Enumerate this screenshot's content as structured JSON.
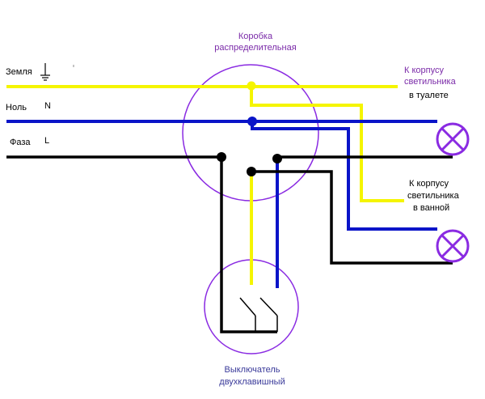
{
  "labels": {
    "box_line1": "Коробка",
    "box_line2": "распределительная",
    "ground": "Земля",
    "neutral": "Ноль",
    "neutral_letter": "N",
    "phase": "Фаза",
    "phase_letter": "L",
    "toilet_line1": "К корпусу",
    "toilet_line2": "светильника",
    "toilet_line3": "в туалете",
    "bath_line1": "К корпусу",
    "bath_line2": "светильника",
    "bath_line3": "в ванной",
    "switch_line1": "Выключатель",
    "switch_line2": "двухклавишный"
  },
  "colors": {
    "ground_wire": "#f5f500",
    "neutral_wire": "#0a14c8",
    "phase_wire": "#000000",
    "outline": "#8a2be2",
    "lamp_fill": "#ffffff"
  }
}
